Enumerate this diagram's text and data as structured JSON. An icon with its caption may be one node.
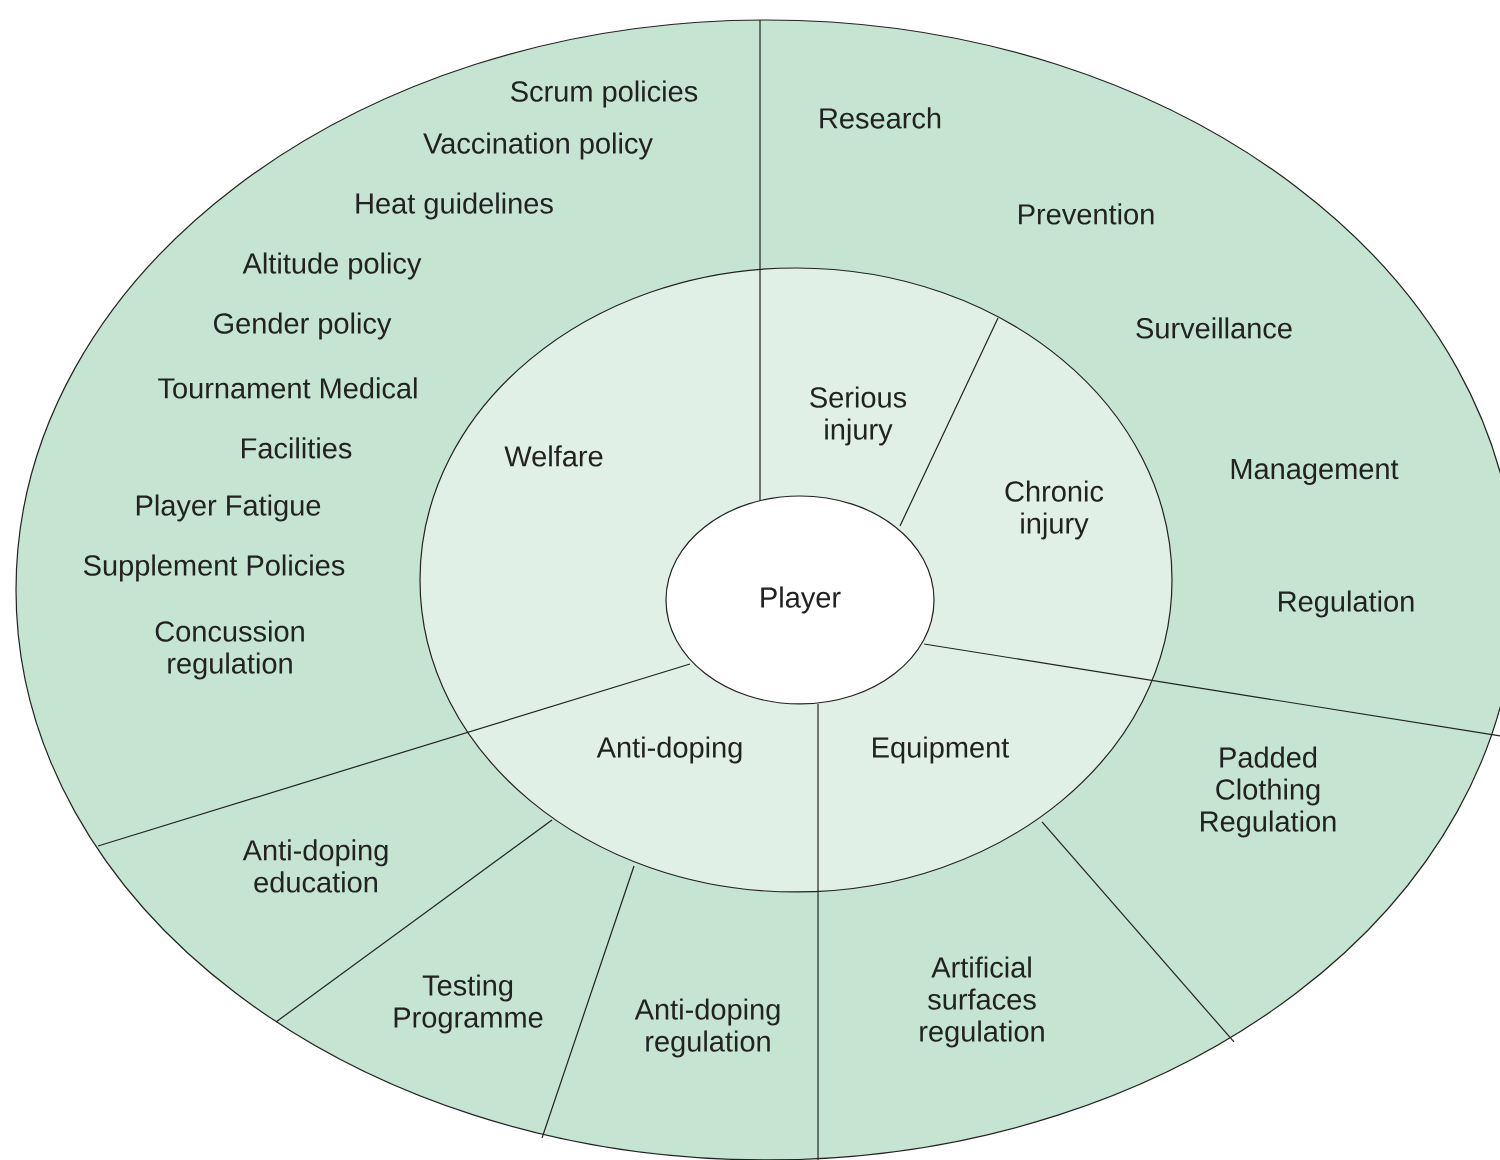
{
  "diagram": {
    "nodes": [
      {
        "text": [
          "Player"
        ]
      },
      {
        "text": [
          "Welfare"
        ]
      },
      {
        "text": [
          "Serious injury"
        ]
      },
      {
        "text": [
          "Chronic injury"
        ]
      },
      {
        "text": [
          "Equipment"
        ]
      },
      {
        "text": [
          "Anti-doping"
        ]
      },
      {
        "text": [
          "Scrum policies",
          "Vaccination policy",
          "Heat guidelines",
          "Altitude policy",
          "Gender policy",
          "Tournament Medical",
          "Facilities",
          "Player Fatigue",
          "Supplement Policies",
          "Concussion regulation"
        ]
      },
      {
        "text": [
          "Research",
          "Prevention",
          "Surveillance",
          "Management",
          "Regulation"
        ]
      },
      {
        "text": [
          "Padded Clothing Regulation"
        ]
      },
      {
        "text": [
          "Artificial surfaces regulation"
        ]
      },
      {
        "text": [
          "Anti-doping regulation"
        ]
      },
      {
        "text": [
          "Testing Programme"
        ]
      },
      {
        "text": [
          "Anti-doping education"
        ]
      }
    ]
  }
}
